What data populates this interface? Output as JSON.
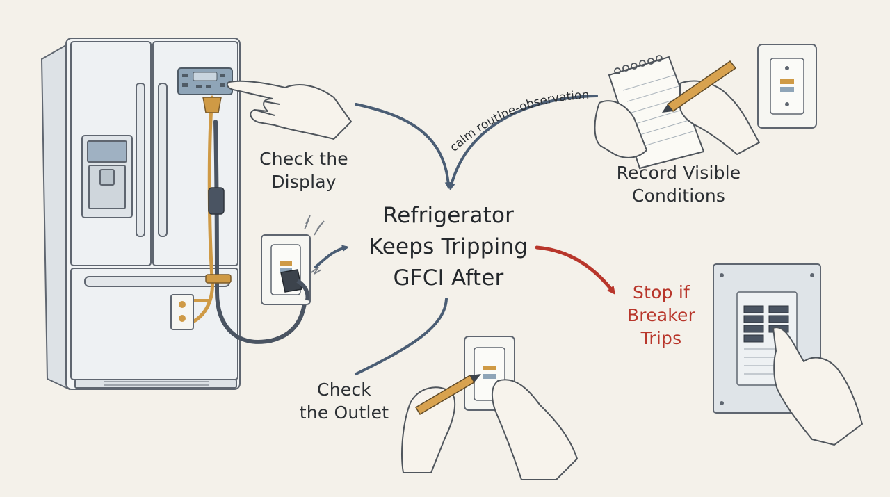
{
  "title": {
    "lines": [
      "Refrigerator",
      "Keeps Tripping",
      "GFCI After"
    ]
  },
  "steps": {
    "check_display": {
      "lines": [
        "Check the",
        "Display"
      ]
    },
    "record_conditions": {
      "lines": [
        "Record Visible",
        "Conditions"
      ]
    },
    "check_outlet": {
      "lines": [
        "Check",
        "the Outlet"
      ]
    },
    "stop_breaker": {
      "lines": [
        "Stop if",
        "Breaker",
        "Trips"
      ]
    }
  },
  "curve_note": "calm routine-observation",
  "colors": {
    "background": "#f4f1ea",
    "ink": "#2b2f33",
    "arrow": "#4a5d74",
    "warning": "#b8362b",
    "cord_orange": "#cf9a45",
    "cord_dark": "#4a5462"
  },
  "icons": [
    "refrigerator-icon",
    "pointing-hand-icon",
    "notepad-icon",
    "pencil-icon",
    "gfci-outlet-icon",
    "power-plug-icon",
    "breaker-panel-icon",
    "spark-icon"
  ]
}
